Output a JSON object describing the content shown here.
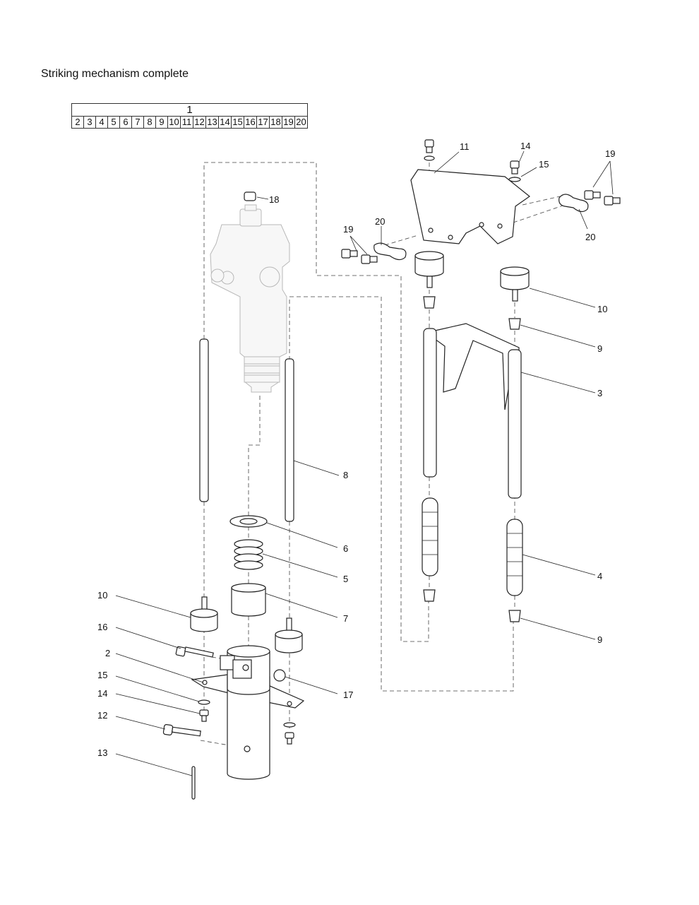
{
  "title": "Striking mechanism complete",
  "bom_table": {
    "parent": "1",
    "children": [
      "2",
      "3",
      "4",
      "5",
      "6",
      "7",
      "8",
      "9",
      "10",
      "11",
      "12",
      "13",
      "14",
      "15",
      "16",
      "17",
      "18",
      "19",
      "20"
    ]
  },
  "callouts": {
    "c18": "18",
    "c11": "11",
    "c14a": "14",
    "c15a": "15",
    "c19a": "19",
    "c19b": "19",
    "c20a": "20",
    "c20b": "20",
    "c10a": "10",
    "c9a": "9",
    "c3": "3",
    "c8": "8",
    "c6": "6",
    "c5": "5",
    "c7": "7",
    "c4": "4",
    "c10b": "10",
    "c16": "16",
    "c2": "2",
    "c17": "17",
    "c9b": "9",
    "c15b": "15",
    "c14b": "14",
    "c12": "12",
    "c13": "13"
  }
}
